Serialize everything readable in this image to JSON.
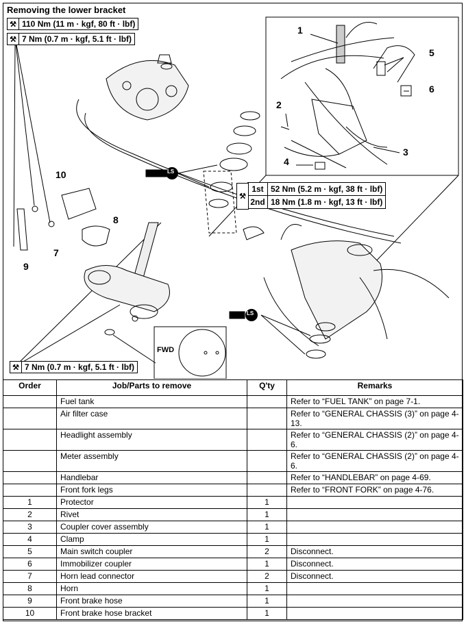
{
  "title": "Removing the lower bracket",
  "torque_specs": {
    "t1": "110 Nm (11 m · kgf, 80 ft · lbf)",
    "t2": "7 Nm (0.7 m · kgf, 5.1 ft · lbf)",
    "t3": "7 Nm (0.7 m · kgf, 5.1 ft · lbf)",
    "steps": [
      {
        "stage": "1st",
        "value": "52 Nm (5.2 m · kgf, 38 ft · lbf)"
      },
      {
        "stage": "2nd",
        "value": "18 Nm (1.8 m · kgf, 13 ft · lbf)"
      }
    ]
  },
  "diagram_labels": {
    "c1": "1",
    "c2": "2",
    "c3": "3",
    "c4": "4",
    "c5": "5",
    "c6": "6",
    "c7": "7",
    "c8": "8",
    "c9": "9",
    "c10": "10",
    "fwd": "FWD",
    "ls": "LS"
  },
  "table": {
    "headers": [
      "Order",
      "Job/Parts to remove",
      "Q'ty",
      "Remarks"
    ],
    "rows": [
      {
        "order": "",
        "part": "Fuel tank",
        "qty": "",
        "remarks": "Refer to “FUEL TANK” on page 7-1."
      },
      {
        "order": "",
        "part": "Air filter case",
        "qty": "",
        "remarks": "Refer to “GENERAL CHASSIS (3)” on page 4-13."
      },
      {
        "order": "",
        "part": "Headlight assembly",
        "qty": "",
        "remarks": "Refer to “GENERAL CHASSIS (2)” on page 4-6."
      },
      {
        "order": "",
        "part": "Meter assembly",
        "qty": "",
        "remarks": "Refer to “GENERAL CHASSIS (2)” on page 4-6."
      },
      {
        "order": "",
        "part": "Handlebar",
        "qty": "",
        "remarks": "Refer to “HANDLEBAR” on page 4-69."
      },
      {
        "order": "",
        "part": "Front fork legs",
        "qty": "",
        "remarks": "Refer to “FRONT FORK” on page 4-76."
      },
      {
        "order": "1",
        "part": "Protector",
        "qty": "1",
        "remarks": ""
      },
      {
        "order": "2",
        "part": "Rivet",
        "qty": "1",
        "remarks": ""
      },
      {
        "order": "3",
        "part": "Coupler cover assembly",
        "qty": "1",
        "remarks": ""
      },
      {
        "order": "4",
        "part": "Clamp",
        "qty": "1",
        "remarks": ""
      },
      {
        "order": "5",
        "part": "Main switch coupler",
        "qty": "2",
        "remarks": "Disconnect."
      },
      {
        "order": "6",
        "part": "Immobilizer coupler",
        "qty": "1",
        "remarks": "Disconnect."
      },
      {
        "order": "7",
        "part": "Horn lead connector",
        "qty": "2",
        "remarks": "Disconnect."
      },
      {
        "order": "8",
        "part": "Horn",
        "qty": "1",
        "remarks": ""
      },
      {
        "order": "9",
        "part": "Front brake hose",
        "qty": "1",
        "remarks": ""
      },
      {
        "order": "10",
        "part": "Front brake hose bracket",
        "qty": "1",
        "remarks": ""
      }
    ]
  }
}
